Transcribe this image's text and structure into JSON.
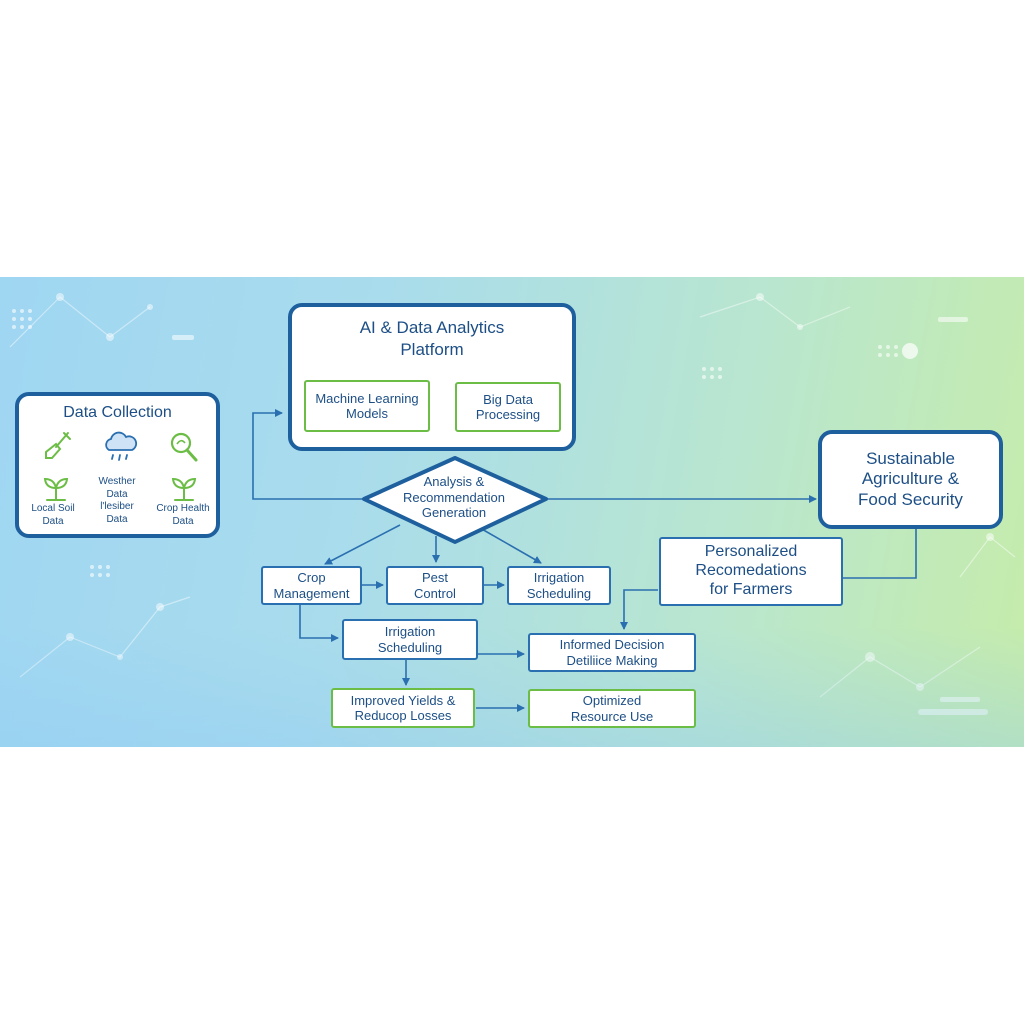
{
  "platform": {
    "title_line1": "AI & Data Analytics",
    "title_line2": "Platform",
    "ml_line1": "Machine Learning",
    "ml_line2": "Models",
    "bigdata_line1": "Big Data",
    "bigdata_line2": "Processing"
  },
  "data_collection": {
    "title": "Data Collection",
    "weather_line1": "Westher",
    "weather_line2": "Data",
    "weather_line3": "l'lesiber",
    "weather_line4": "Data",
    "soil_line1": "Local Soil",
    "soil_line2": "Data",
    "crop_health_line1": "Crop Health",
    "crop_health_line2": "Data",
    "icons": [
      "shovel-icon",
      "rain-cloud-icon",
      "magnifier-icon",
      "sprout-icon",
      "sprout-icon"
    ]
  },
  "analysis": {
    "line1": "Analysis &",
    "line2": "Recommendation",
    "line3": "Generation"
  },
  "outcome": {
    "line1": "Sustainable",
    "line2": "Agriculture &",
    "line3": "Food Security"
  },
  "personalized": {
    "line1": "Personalized",
    "line2": "Recomedations",
    "line3": "for Farmers"
  },
  "steps": {
    "crop_line1": "Crop",
    "crop_line2": "Management",
    "pest_line1": "Pest",
    "pest_line2": "Control",
    "irrigation_top_line1": "Irrigation",
    "irrigation_top_line2": "Scheduling",
    "irrigation_mid_line1": "Irrigation",
    "irrigation_mid_line2": "Scheduling",
    "informed_line1": "Informed Decision",
    "informed_line2": "Detiliice Making",
    "yields_line1": "Improved Yields &",
    "yields_line2": "Reducop Losses",
    "resource_line1": "Optimized",
    "resource_line2": "Resource Use"
  },
  "colors": {
    "primary_blue": "#1e5f9e",
    "line_blue": "#2a6fb0",
    "accent_green": "#6cbd45",
    "text_blue": "#1d4f86"
  }
}
